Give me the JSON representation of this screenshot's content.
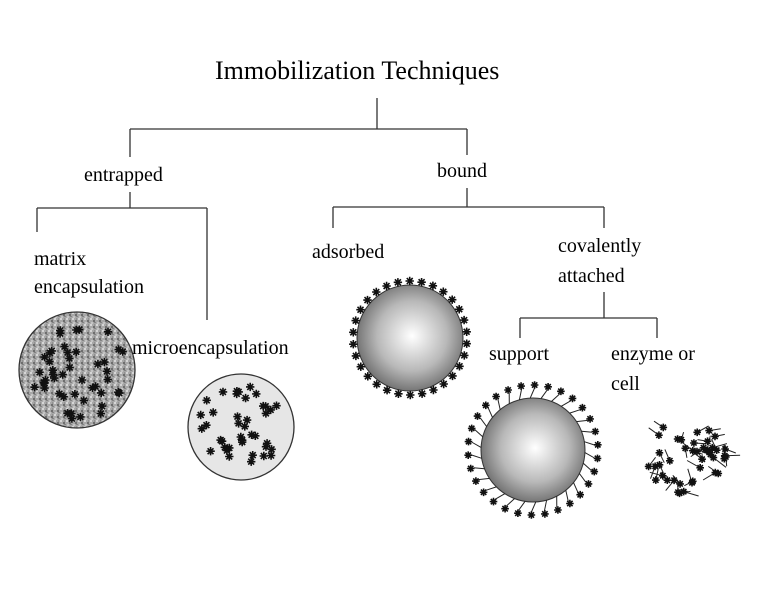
{
  "title": "Immobilization Techniques",
  "nodes": {
    "entrapped": "entrapped",
    "bound": "bound",
    "matrix_line1": "matrix",
    "matrix_line2": "encapsulation",
    "microencapsulation": "microencapsulation",
    "adsorbed": "adsorbed",
    "covalent_line1": "covalently",
    "covalent_line2": "attached",
    "support": "support",
    "enzyme_line1": "enzyme or",
    "enzyme_line2": "cell"
  },
  "colors": {
    "line": "#333333",
    "star": "#111111",
    "matrix_fill": "#a9a9a9",
    "micro_fill": "#e6e6e6",
    "sphere_light": "#ffffff",
    "sphere_dark": "#555555"
  }
}
